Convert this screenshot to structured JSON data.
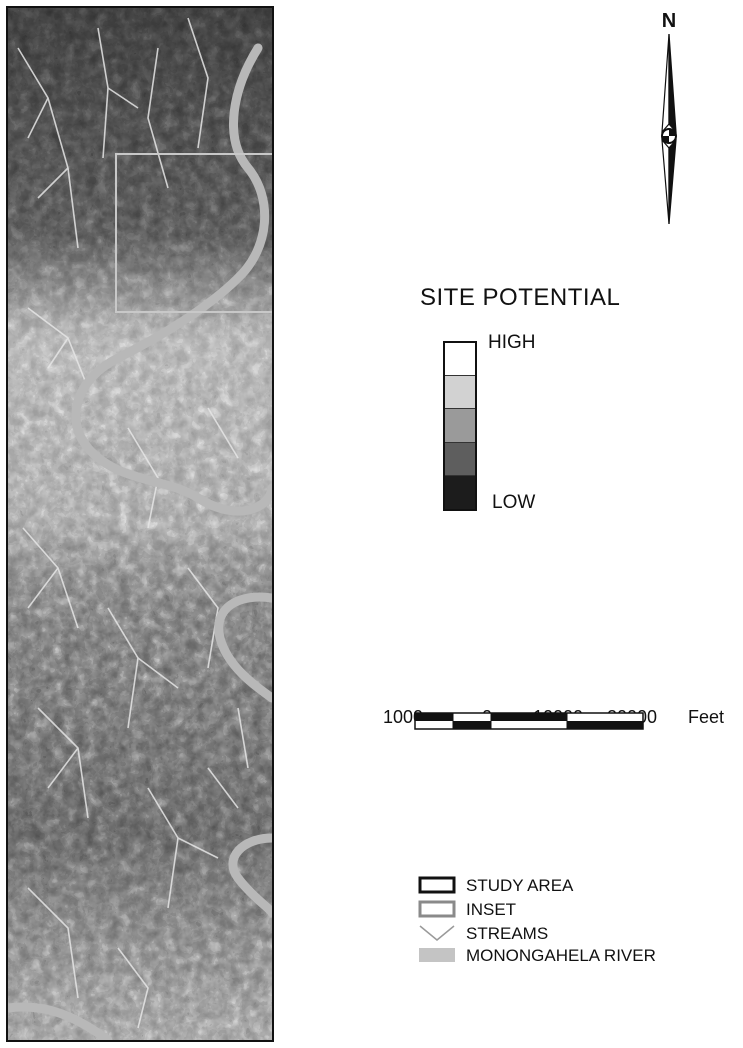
{
  "north": {
    "label": "N"
  },
  "site_potential": {
    "title": "SITE POTENTIAL",
    "high_label": "HIGH",
    "low_label": "LOW",
    "classes": [
      "#ffffff",
      "#d2d2d2",
      "#9a9a9a",
      "#5e5e5e",
      "#1c1c1c"
    ]
  },
  "scale": {
    "labels": [
      "1000",
      "0",
      "10000",
      "20000",
      "Feet"
    ]
  },
  "legend": {
    "items": [
      {
        "label": "STUDY AREA",
        "symbol": "black-outline-box"
      },
      {
        "label": "INSET",
        "symbol": "gray-outline-box"
      },
      {
        "label": "STREAMS",
        "symbol": "light-stream-lines"
      },
      {
        "label": "MONONGAHELA RIVER",
        "symbol": "gray-fill-box"
      }
    ]
  }
}
